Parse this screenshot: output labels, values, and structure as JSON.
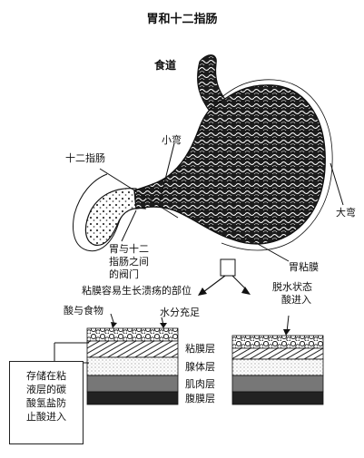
{
  "title": "胃和十二指肠",
  "labels": {
    "esophagus": "食道",
    "lesser_curvature": "小弯",
    "duodenum": "十二指肠",
    "greater_curvature": "大弯",
    "valve_line1": "胃与十二",
    "valve_line2": "指肠之间",
    "valve_line3": "的阀门",
    "mucosa": "胃粘膜",
    "ulcer_site": "粘膜容易生长溃疡的部位",
    "acid_food": "酸与食物",
    "water_sufficient": "水分充足",
    "dehydration_line1": "脱水状态",
    "dehydration_line2": "酸进入"
  },
  "layers": [
    "粘膜层",
    "腺体层",
    "肌肉层",
    "腹膜层"
  ],
  "callout": {
    "lines": [
      "存储在粘",
      "液层的碳",
      "酸氢盐防",
      "止酸进入"
    ]
  },
  "colors": {
    "ink": "#111111",
    "stomach_fill": "#2b2b2b",
    "layer_dark": "#222222"
  }
}
